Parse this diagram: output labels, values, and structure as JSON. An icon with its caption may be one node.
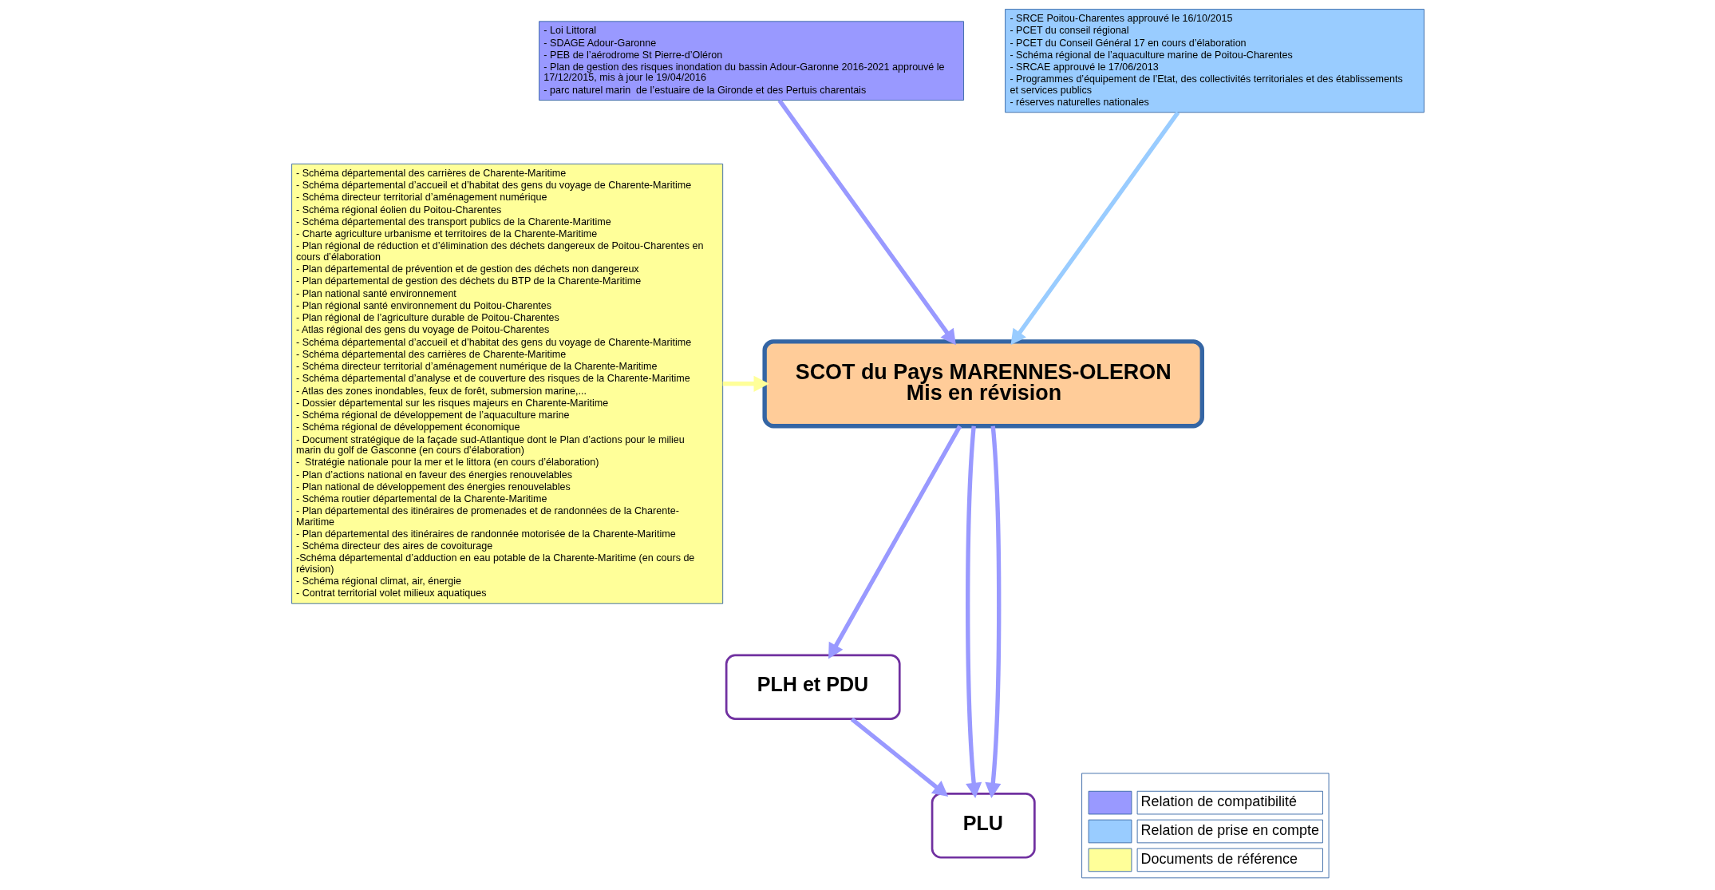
{
  "diagram": {
    "nodes": [
      {
        "text": [
          "- Loi Littoral",
          "- SDAGE Adour-Garonne",
          "- PEB de l’aérodrome St Pierre-d’Oléron",
          "- Plan de gestion des risques inondation du bassin Adour-Garonne 2016-2021 approuvé le 17/12/2015, mis à jour le 19/04/2016",
          "- parc naturel marin  de l’estuaire de la Gironde et des Pertuis charentais"
        ]
      },
      {
        "text": [
          "- SRCE Poitou-Charentes approuvé le 16/10/2015",
          "- PCET du conseil régional",
          "- PCET du Conseil Général 17 en cours d’élaboration",
          "- Schéma régional de l’aquaculture marine de Poitou-Charentes",
          "- SRCAE approuvé le 17/06/2013",
          "- Programmes d’équipement de l’Etat, des collectivités territoriales et des établissements et services publics",
          "- réserves naturelles nationales"
        ]
      },
      {
        "text": [
          "- Schéma départemental des carrières de Charente-Maritime",
          "- Schéma départemental d’accueil et d’habitat des gens du voyage de Charente-Maritime",
          "- Schéma directeur territorial d’aménagement numérique",
          "- Schéma régional éolien du Poitou-Charentes",
          "- Schéma départemental des transport publics de la Charente-Maritime",
          "- Charte agriculture urbanisme et territoires de la Charente-Maritime",
          "- Plan régional de réduction et d’élimination des déchets dangereux de Poitou-Charentes en cours d’élaboration",
          "- Plan départemental de prévention et de gestion des déchets non dangereux",
          "- Plan départemental de gestion des déchets du BTP de la Charente-Maritime",
          "- Plan national santé environnement",
          "- Plan régional santé environnement du Poitou-Charentes",
          "- Plan régional de l’agriculture durable de Poitou-Charentes",
          "- Atlas régional des gens du voyage de Poitou-Charentes",
          "- Schéma départemental d’accueil et d’habitat des gens du voyage de Charente-Maritime",
          "- Schéma départemental des carrières de Charente-Maritime",
          "- Schéma directeur territorial d’aménagement numérique de la Charente-Maritime",
          "- Schéma départemental d’analyse et de couverture des risques de la Charente-Maritime",
          "- Atlas des zones inondables, feux de forêt, submersion marine,...",
          "- Dossier départemental sur les risques majeurs en Charente-Maritime",
          "- Schéma régional de développement de l’aquaculture marine",
          "- Schéma régional de développement économique",
          "- Document stratégique de la façade sud-Atlantique dont le Plan d’actions pour le milieu marin du golf de Gasconne (en cours d’élaboration)",
          "-  Stratégie nationale pour la mer et le littora (en cours d’élaboration)",
          "- Plan d’actions national en faveur des énergies renouvelables",
          "- Plan national de développement des énergies renouvelables",
          "- Schéma routier départemental de la Charente-Maritime",
          "- Plan départemental des itinéraires de promenades et de randonnées de la Charente-Maritime",
          "- Plan départemental des itinéraires de randonnée motorisée de la Charente-Maritime",
          "- Schéma directeur des aires de covoiturage",
          "-Schéma départemental d’adduction en eau potable de la Charente-Maritime (en cours de révision)",
          "- Schéma régional climat, air, énergie",
          "- Contrat territorial volet milieux aquatiques"
        ]
      },
      {
        "text": [
          "SCOT du Pays MARENNES-OLERON",
          "Mis en révision"
        ]
      },
      {
        "text": [
          "PLH et PDU"
        ]
      },
      {
        "text": [
          "PLU"
        ]
      }
    ],
    "edges": [
      {
        "from": 0,
        "to": 3,
        "arrow": "to"
      },
      {
        "from": 1,
        "to": 3,
        "arrow": "to",
        "color": "#99ccff"
      },
      {
        "from": 2,
        "to": 3,
        "arrow": "to",
        "color": "#ffff99"
      },
      {
        "from": 3,
        "to": 5,
        "arrow": "to"
      },
      {
        "from": 3,
        "to": 5,
        "arrow": "to"
      },
      {
        "from": 3,
        "to": 4,
        "arrow": "to"
      },
      {
        "from": 4,
        "to": 5,
        "arrow": "to"
      }
    ],
    "legend": [
      {
        "text": "Relation de compatibilité",
        "color": "#9999ff"
      },
      {
        "text": "Relation de prise en compte",
        "color": "#99ccff"
      },
      {
        "text": "Documents de référence",
        "color": "#ffff99"
      }
    ]
  }
}
